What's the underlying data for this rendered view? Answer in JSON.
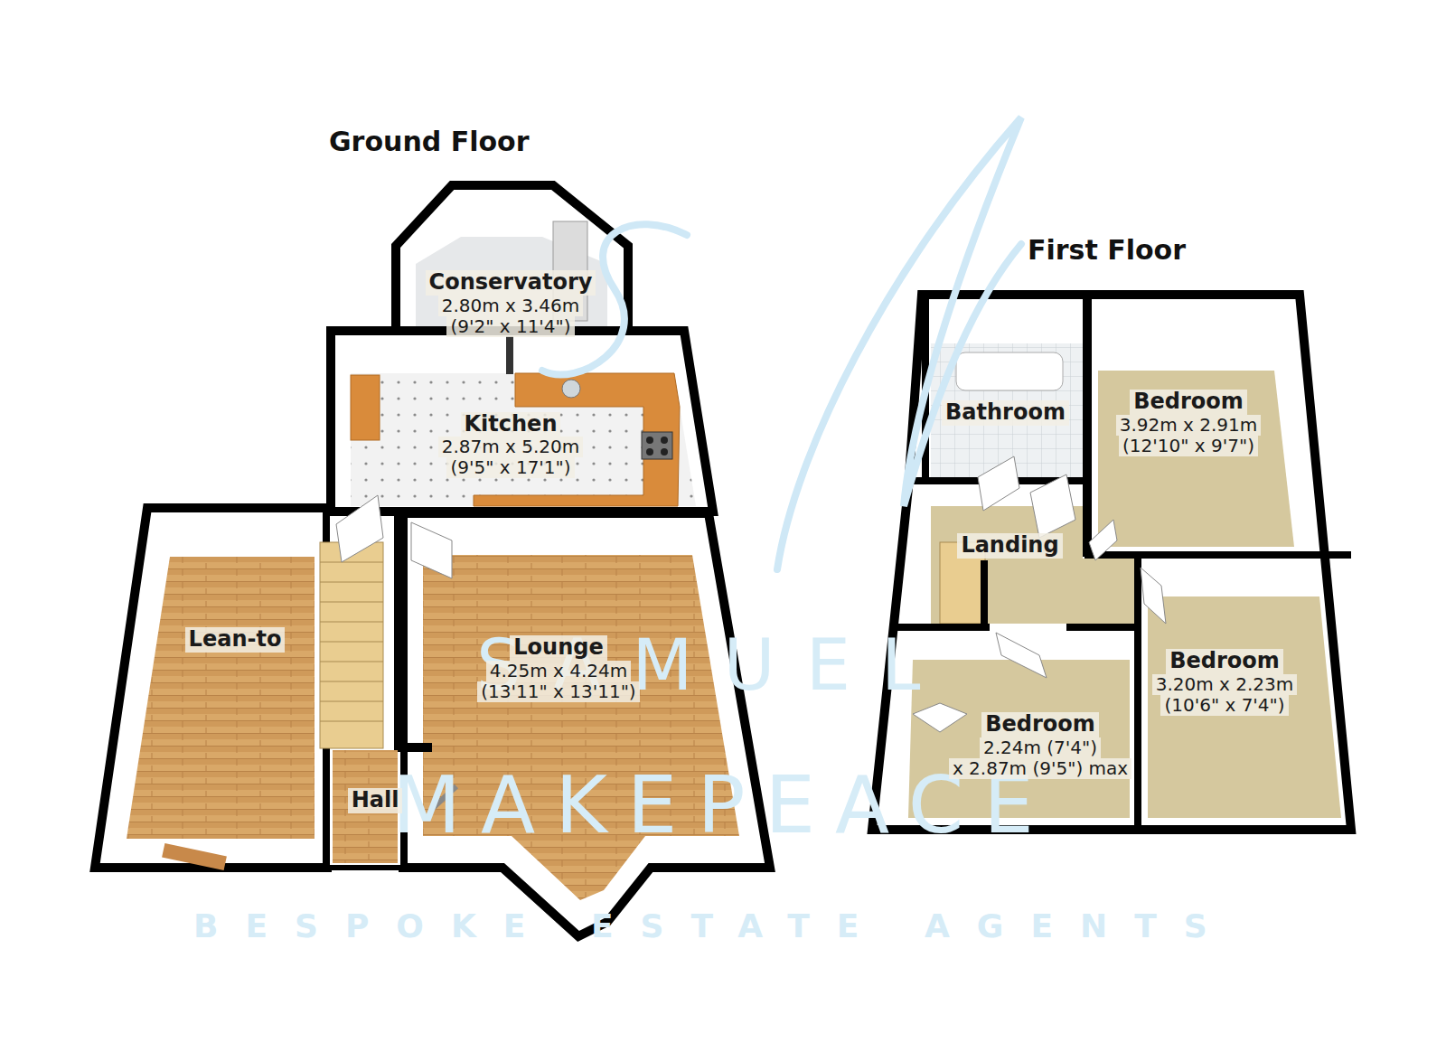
{
  "diagram": {
    "nodes": [
      {
        "text": [
          "Conservatory",
          "2.80m x 3.46m",
          "(9'2\" x 11'4\")"
        ]
      },
      {
        "text": [
          "Kitchen",
          "2.87m x 5.20m",
          "(9'5\" x 17'1\")"
        ]
      },
      {
        "text": [
          "Lean-to"
        ]
      },
      {
        "text": [
          "Lounge",
          "4.25m x 4.24m",
          "(13'11\" x 13'11\")"
        ]
      },
      {
        "text": [
          "Hall"
        ]
      },
      {
        "text": [
          "Bathroom"
        ]
      },
      {
        "text": [
          "Bedroom",
          "3.92m x 2.91m",
          "(12'10\" x 9'7\")"
        ]
      },
      {
        "text": [
          "Landing"
        ]
      },
      {
        "text": [
          "Bedroom",
          "3.20m x 2.23m",
          "(10'6\" x 7'4\")"
        ]
      },
      {
        "text": [
          "Bedroom",
          "2.24m (7'4\")",
          "x 2.87m (9'5\") max"
        ]
      }
    ],
    "labels": [
      "Ground Floor",
      "First Floor",
      "SAMUEL",
      "MAKEPEACE",
      "BESPOKE ESTATE AGENTS"
    ]
  }
}
